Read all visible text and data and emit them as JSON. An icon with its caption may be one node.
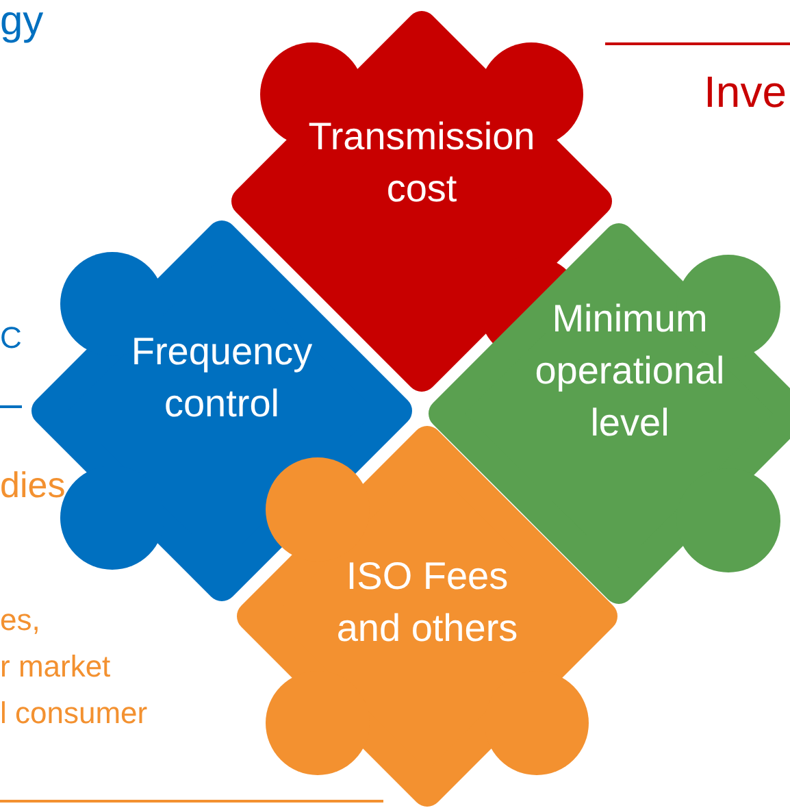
{
  "diagram": {
    "nodes": [
      {
        "text": [
          "Transmission cost"
        ]
      },
      {
        "text": [
          "Frequency control"
        ]
      },
      {
        "text": [
          "Minimum operational level"
        ]
      },
      {
        "text": [
          "ISO Fees and others"
        ]
      }
    ],
    "labels": [
      "gy",
      "Inve",
      "C",
      "dies",
      "es,",
      "r market",
      "l consumer"
    ]
  }
}
